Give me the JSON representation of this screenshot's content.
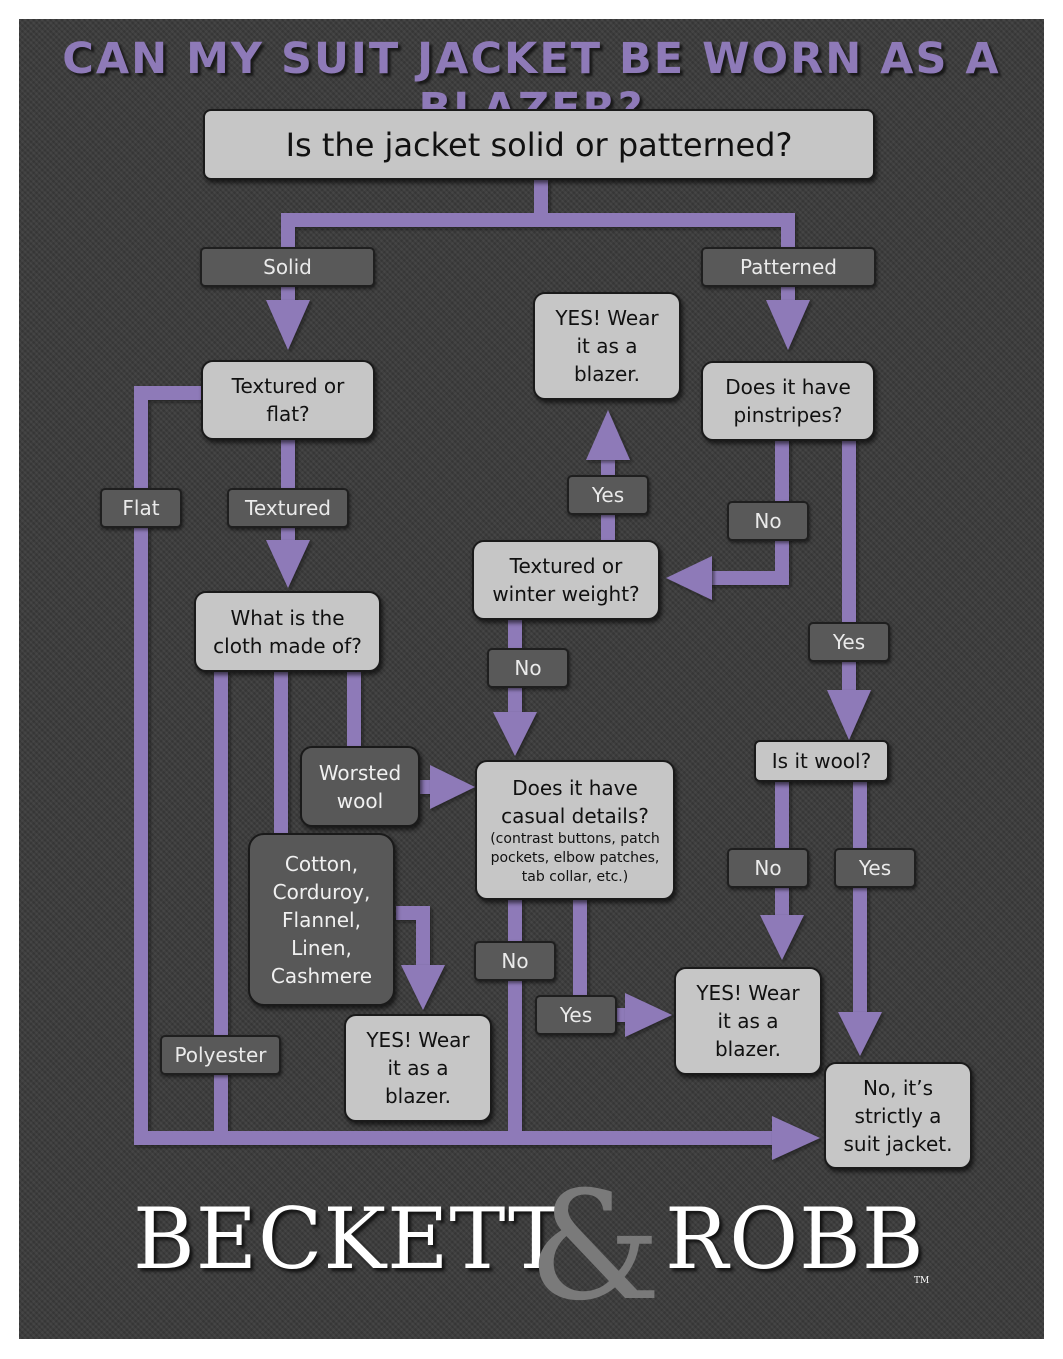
{
  "title": "CAN MY SUIT JACKET BE WORN AS A BLAZER?",
  "colors": {
    "arrow": "#8e7ab8",
    "background": "#3a3a3a",
    "question_box": "#c6c6c6",
    "label_box": "#595959"
  },
  "nodes": {
    "start": "Is the jacket solid or patterned?",
    "textured_or_flat": [
      "Textured or",
      "flat?"
    ],
    "cloth": [
      "What is the",
      "cloth made of?"
    ],
    "worsted": [
      "Worsted",
      "wool"
    ],
    "casual_fabrics": [
      "Cotton,",
      "Corduroy,",
      "Flannel,",
      "Linen,",
      "Cashmere"
    ],
    "pinstripes": [
      "Does it have",
      "pinstripes?"
    ],
    "winter_weight": [
      "Textured or",
      "winter weight?"
    ],
    "casual_details": [
      "Does it have",
      "casual details?"
    ],
    "casual_details_note": [
      "(contrast buttons, patch",
      "pockets, elbow patches,",
      "tab collar, etc.)"
    ],
    "is_wool": "Is it wool?",
    "yes_top": [
      "YES! Wear",
      "it as a",
      "blazer."
    ],
    "yes_bottom_left": [
      "YES! Wear",
      "it as a",
      "blazer."
    ],
    "yes_bottom_right": [
      "YES! Wear",
      "it as a",
      "blazer."
    ],
    "no_suit": [
      "No, it’s",
      "strictly a",
      "suit jacket."
    ]
  },
  "labels": {
    "solid": "Solid",
    "patterned": "Patterned",
    "flat": "Flat",
    "textured": "Textured",
    "yes_winter": "Yes",
    "no_pinstripes": "No",
    "yes_pinstripes": "Yes",
    "no_winter": "No",
    "no_wool": "No",
    "yes_wool": "Yes",
    "no_casual": "No",
    "yes_casual": "Yes",
    "polyester": "Polyester"
  },
  "brand": {
    "left": "BECKETT",
    "amp": "&",
    "right": "ROBB",
    "tm": "TM"
  }
}
